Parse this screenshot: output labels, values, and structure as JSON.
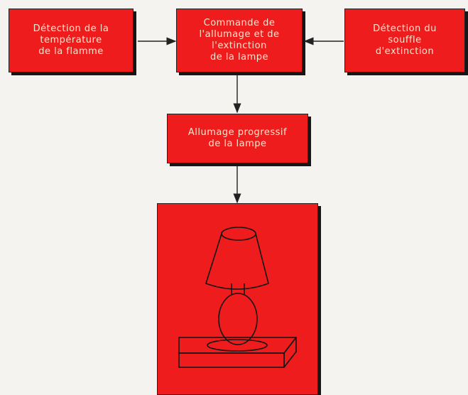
{
  "boxes": {
    "temperature": "Détection de la\ntempérature\nde la flamme",
    "command": "Commande de\nl'allumage et de\nl'extinction\nde la lampe",
    "souffle": "Détection du\nsouffle\nd'extinction",
    "allumage": "Allumage progressif\nde la lampe"
  },
  "lamp_icon": "table-lamp-icon",
  "colors": {
    "box_fill": "#ee1c1c",
    "box_text": "#f6e8cf",
    "shadow": "#161616",
    "background": "#f4f3ef"
  }
}
